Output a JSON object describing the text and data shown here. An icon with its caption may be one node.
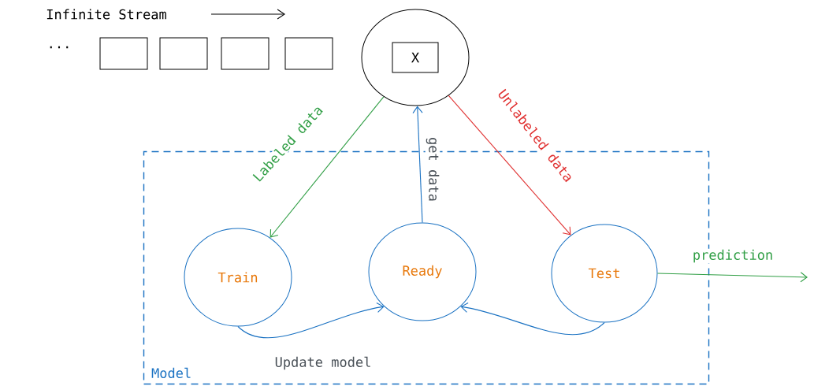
{
  "diagram": {
    "nodes": [
      {
        "text": [
          "Model"
        ]
      },
      {
        "text": [],
        "shape": "circle"
      },
      {
        "text": [
          "X"
        ],
        "in": 1
      },
      {
        "text": [],
        "shape": "box"
      },
      {
        "text": [],
        "shape": "box"
      },
      {
        "text": [],
        "shape": "box"
      },
      {
        "text": [],
        "shape": "box"
      },
      {
        "text": [
          "Train"
        ],
        "in": 0
      },
      {
        "text": [
          "Ready"
        ],
        "in": 0
      },
      {
        "text": [
          "Test"
        ],
        "in": 0
      }
    ],
    "edges": [
      {
        "from": 1,
        "to": 7,
        "arrow": "to",
        "label": "Labeled data",
        "color": "#2f9e44"
      },
      {
        "from": 8,
        "to": 1,
        "arrow": "to",
        "label": "get data",
        "color": "#1971c2"
      },
      {
        "from": 1,
        "to": 9,
        "arrow": "to",
        "label": "Unlabeled data",
        "color": "#e03131"
      },
      {
        "from": 9,
        "to": null,
        "arrow": "to",
        "label": "prediction",
        "color": "#2f9e44"
      },
      {
        "from": 7,
        "to": 8,
        "arrow": "to",
        "label": "Update model",
        "color": "#1971c2"
      },
      {
        "from": 9,
        "to": 8,
        "arrow": "to",
        "color": "#1971c2"
      }
    ],
    "labels": [
      "Infinite Stream",
      "..."
    ]
  }
}
